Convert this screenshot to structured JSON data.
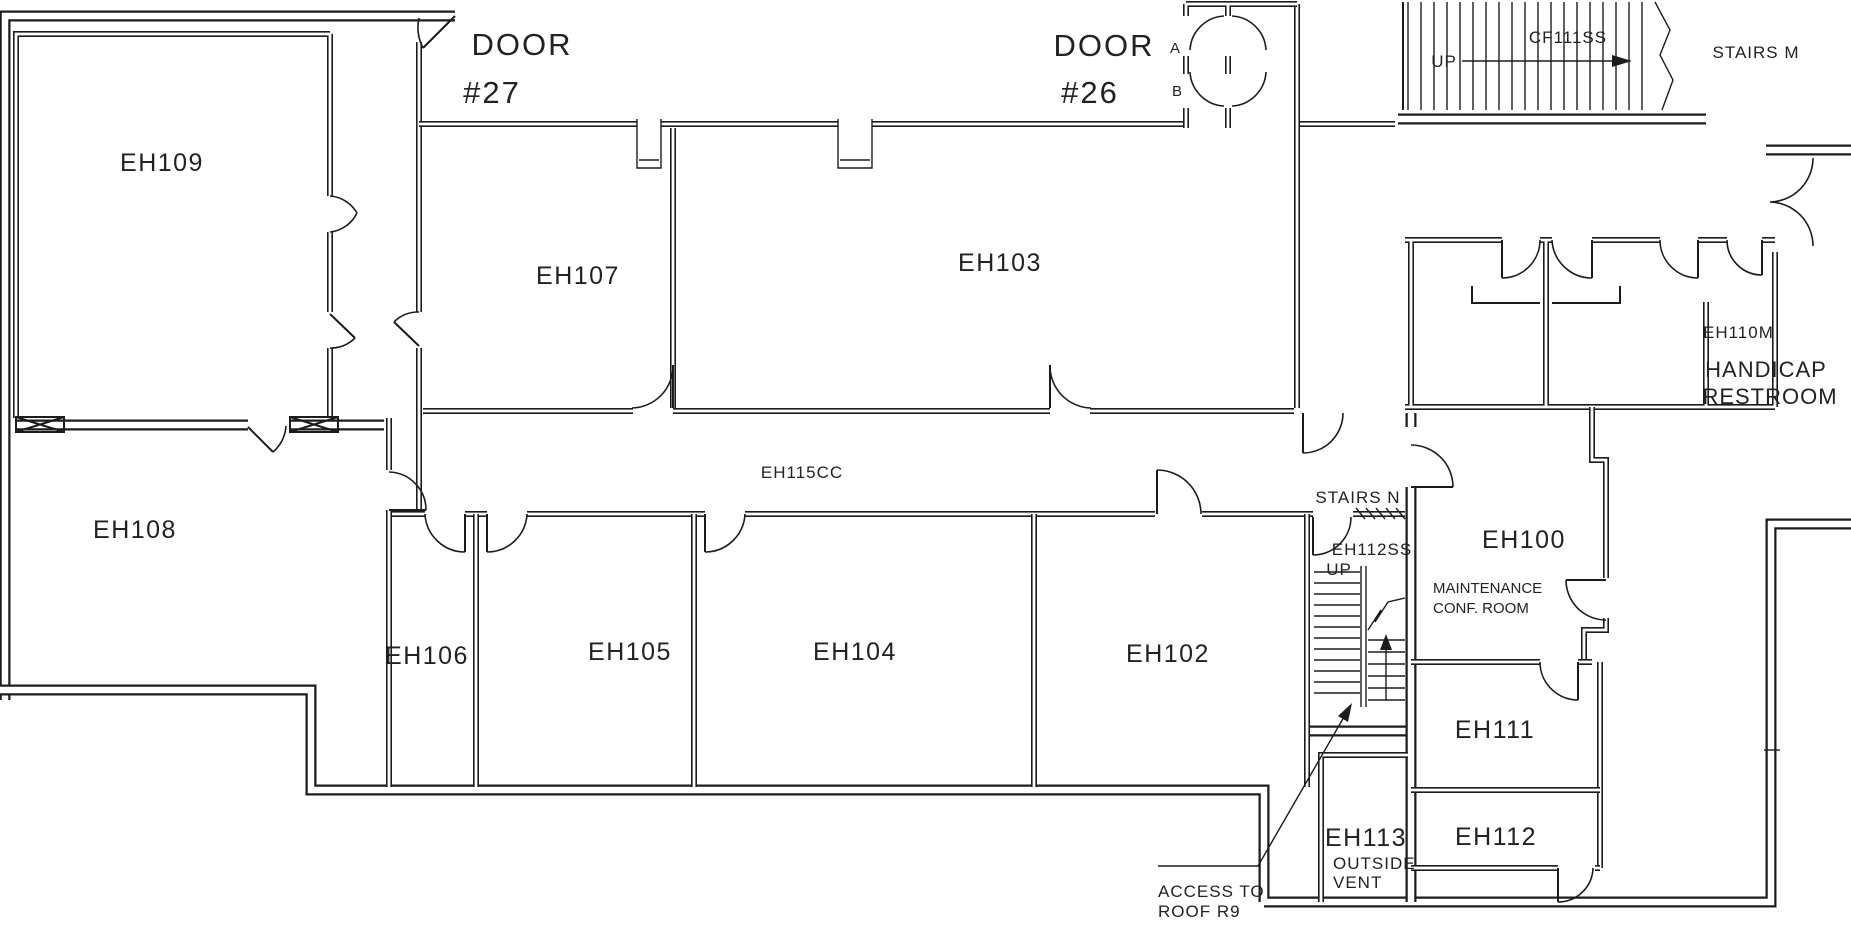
{
  "colors": {
    "line": "#1c1c1c",
    "background": "#ffffff",
    "text": "#222222"
  },
  "labels": {
    "eh109": "EH109",
    "eh108": "EH108",
    "eh107": "EH107",
    "eh103": "EH103",
    "eh106": "EH106",
    "eh105": "EH105",
    "eh104": "EH104",
    "eh102": "EH102",
    "eh100": "EH100",
    "eh111": "EH111",
    "eh112": "EH112",
    "eh113": "EH113",
    "eh110m": "EH110M",
    "eh115cc": "EH115CC",
    "eh112ss": "EH112SS",
    "cf111ss": "CF111SS",
    "door27_line1": "DOOR",
    "door27_line2": "#27",
    "door26_line1": "DOOR",
    "door26_line2": "#26",
    "door26_a": "A",
    "door26_b": "B",
    "stairs_m": "STAIRS  M",
    "stairs_n": "STAIRS  N",
    "up_cf111ss": "UP",
    "up_eh112ss": "UP",
    "handicap_line1": "HANDICAP",
    "handicap_line2": "RESTROOM",
    "maintenance_line1": "MAINTENANCE",
    "maintenance_line2": "CONF.  ROOM",
    "outside_vent_line1": "OUTSIDE",
    "outside_vent_line2": "VENT",
    "access_line1": "ACCESS  TO",
    "access_line2": "ROOF  R9"
  }
}
